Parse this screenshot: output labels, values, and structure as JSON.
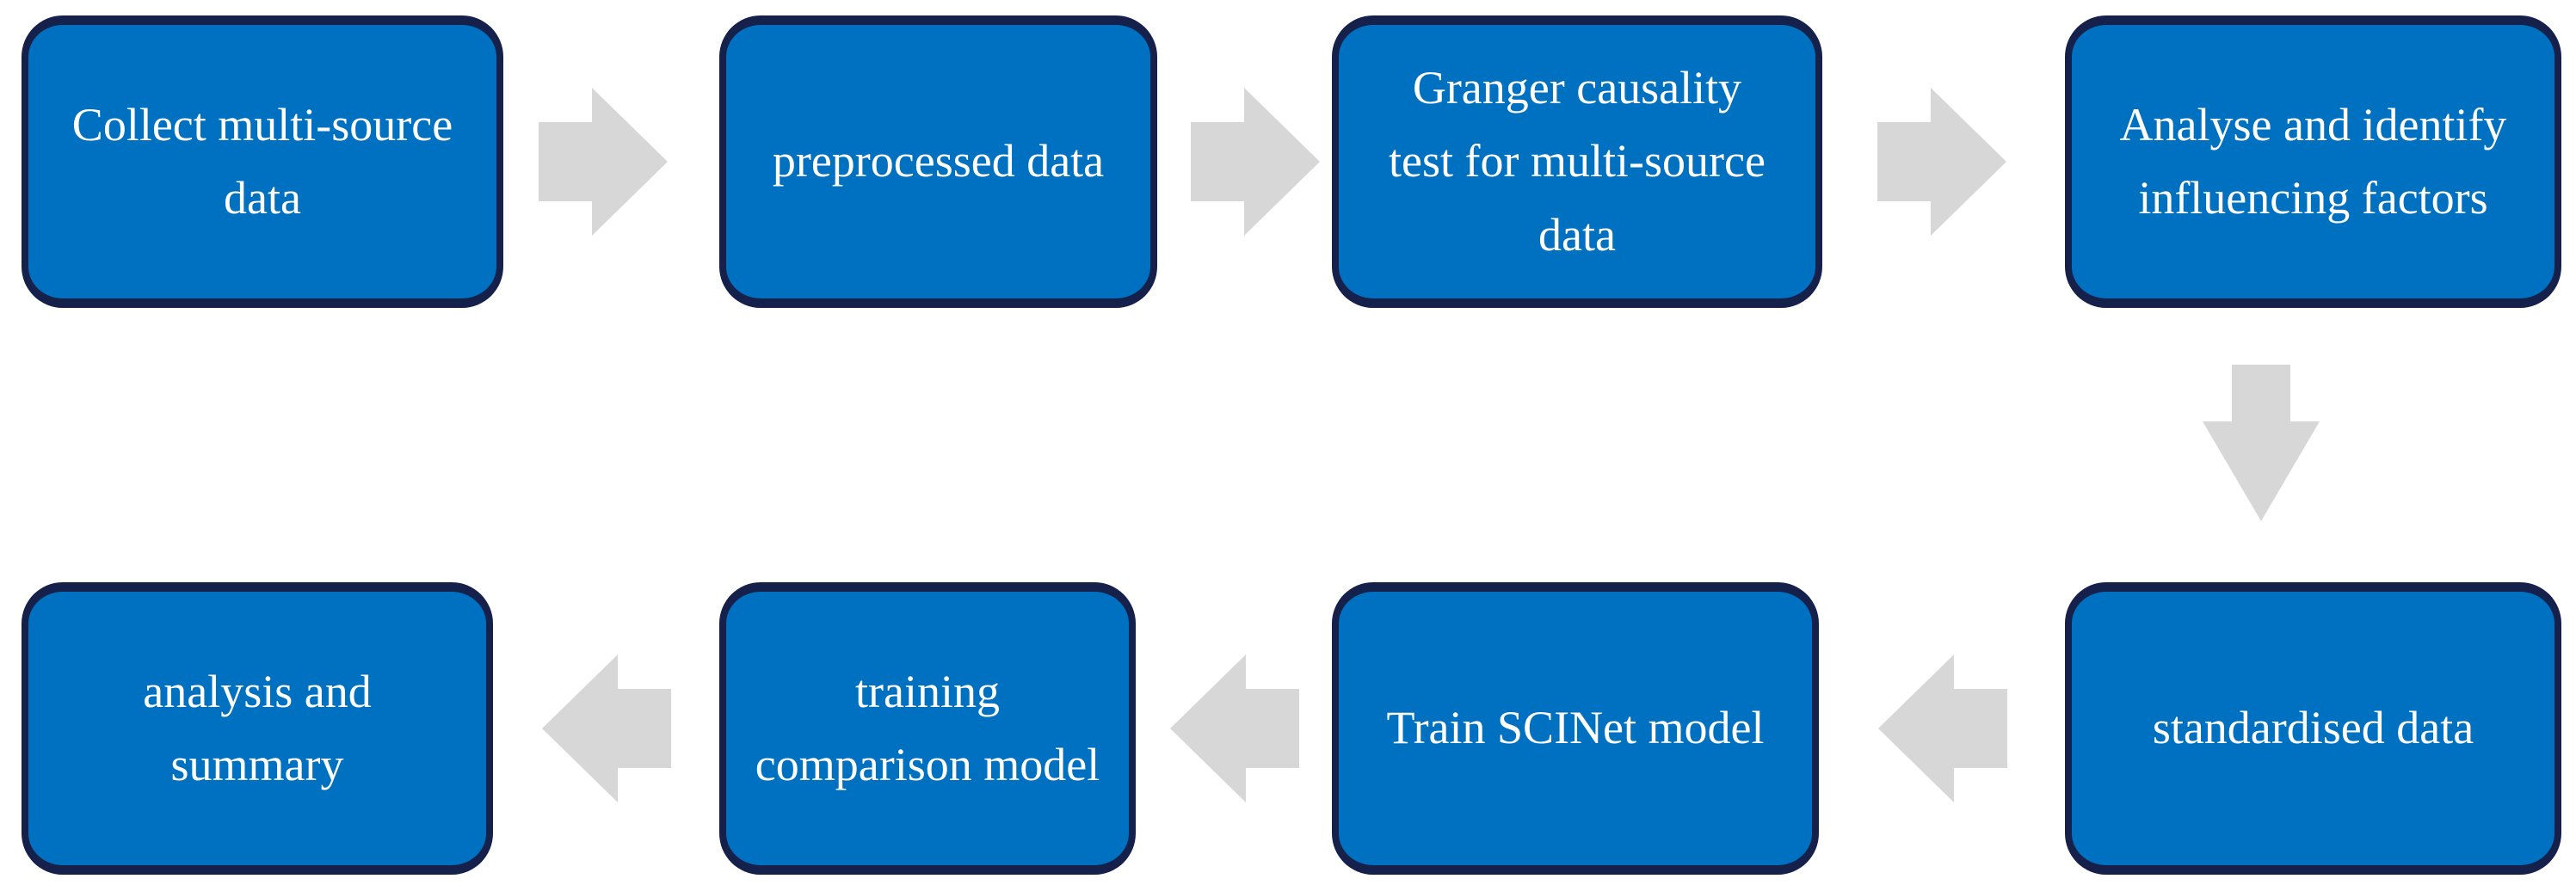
{
  "diagram": {
    "type": "flowchart",
    "background": "#FFFFFF",
    "colors": {
      "node_fill": "#0070C0",
      "node_border": "#15214B",
      "node_text": "#FFFFFF",
      "arrow_fill": "#D7D7D7"
    },
    "nodes": [
      {
        "id": "collect-multi-source-data",
        "label": "Collect multi-source\ndata"
      },
      {
        "id": "preprocessed-data",
        "label": "preprocessed data"
      },
      {
        "id": "granger-causality-test",
        "label": "Granger causality\ntest for multi-source\ndata"
      },
      {
        "id": "analyse-identify-factors",
        "label": "Analyse and identify\ninfluencing factors"
      },
      {
        "id": "analysis-and-summary",
        "label": "analysis and\nsummary"
      },
      {
        "id": "training-comparison-model",
        "label": "training\ncomparison model"
      },
      {
        "id": "train-scinet-model",
        "label": "Train SCINet model"
      },
      {
        "id": "standardised-data",
        "label": "standardised data"
      }
    ],
    "edges": [
      {
        "from": "collect-multi-source-data",
        "to": "preprocessed-data",
        "direction": "right"
      },
      {
        "from": "preprocessed-data",
        "to": "granger-causality-test",
        "direction": "right"
      },
      {
        "from": "granger-causality-test",
        "to": "analyse-identify-factors",
        "direction": "right"
      },
      {
        "from": "analyse-identify-factors",
        "to": "standardised-data",
        "direction": "down"
      },
      {
        "from": "standardised-data",
        "to": "train-scinet-model",
        "direction": "left"
      },
      {
        "from": "train-scinet-model",
        "to": "training-comparison-model",
        "direction": "left"
      },
      {
        "from": "training-comparison-model",
        "to": "analysis-and-summary",
        "direction": "left"
      }
    ]
  }
}
